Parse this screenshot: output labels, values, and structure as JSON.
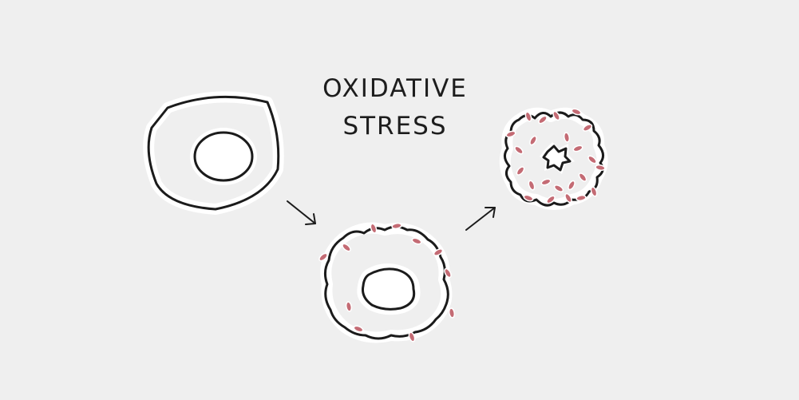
{
  "title": {
    "line1": "OXIDATIVE",
    "line2": "STRESS"
  },
  "colors": {
    "background": "#efefef",
    "healthy_cytoplasm": "#dde9f2",
    "healthy_nucleus": "#9fcaef",
    "stressed_cytoplasm": "#d9e3e7",
    "stressed_nucleus": "#9db1b3",
    "dead_cytoplasm": "#c9d5bd",
    "dead_nucleus": "#8e8e8e",
    "free_radical": "#c46b74",
    "outline": "#1b1b1b"
  },
  "icons": [
    "healthy-cell",
    "stressed-cell",
    "dying-cell",
    "free-radical",
    "arrow-icon"
  ]
}
